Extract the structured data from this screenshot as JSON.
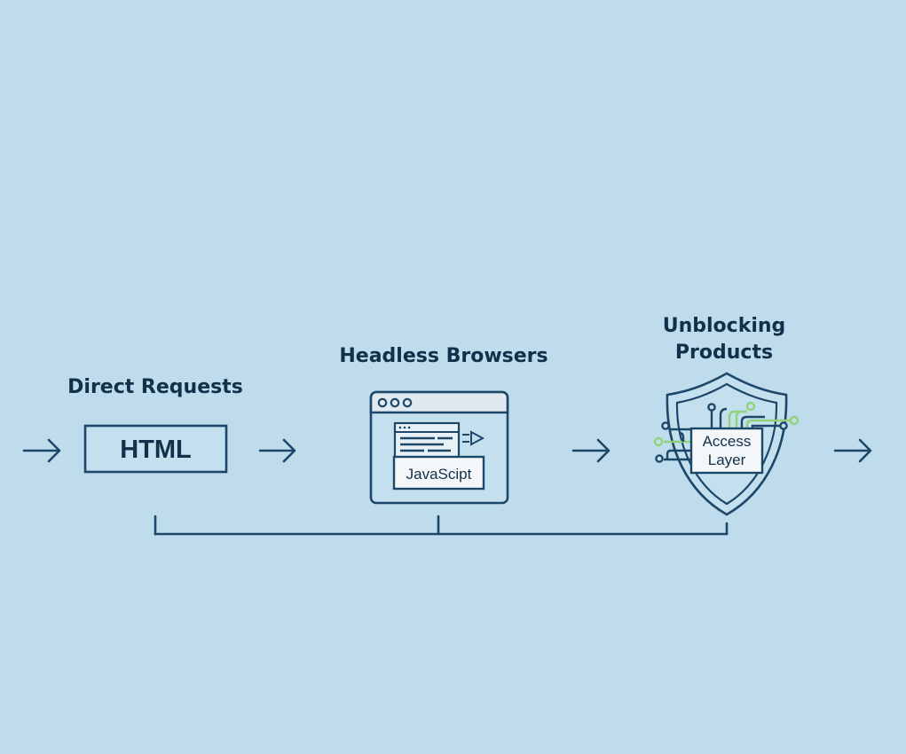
{
  "stages": [
    {
      "title": "Direct Requests",
      "box_text": "HTML",
      "icon": "html-box"
    },
    {
      "title": "Headless Browsers",
      "box_text": "JavaScipt",
      "icon": "browser-window-icon"
    },
    {
      "title_line1": "Unblocking",
      "title_line2": "Products",
      "box_line1": "Access",
      "box_line2": "Layer",
      "icon": "shield-circuit-icon"
    }
  ],
  "colors": {
    "background": "#bedcec",
    "stroke": "#1d4769",
    "text": "#123049",
    "accent": "#8fd27a"
  }
}
